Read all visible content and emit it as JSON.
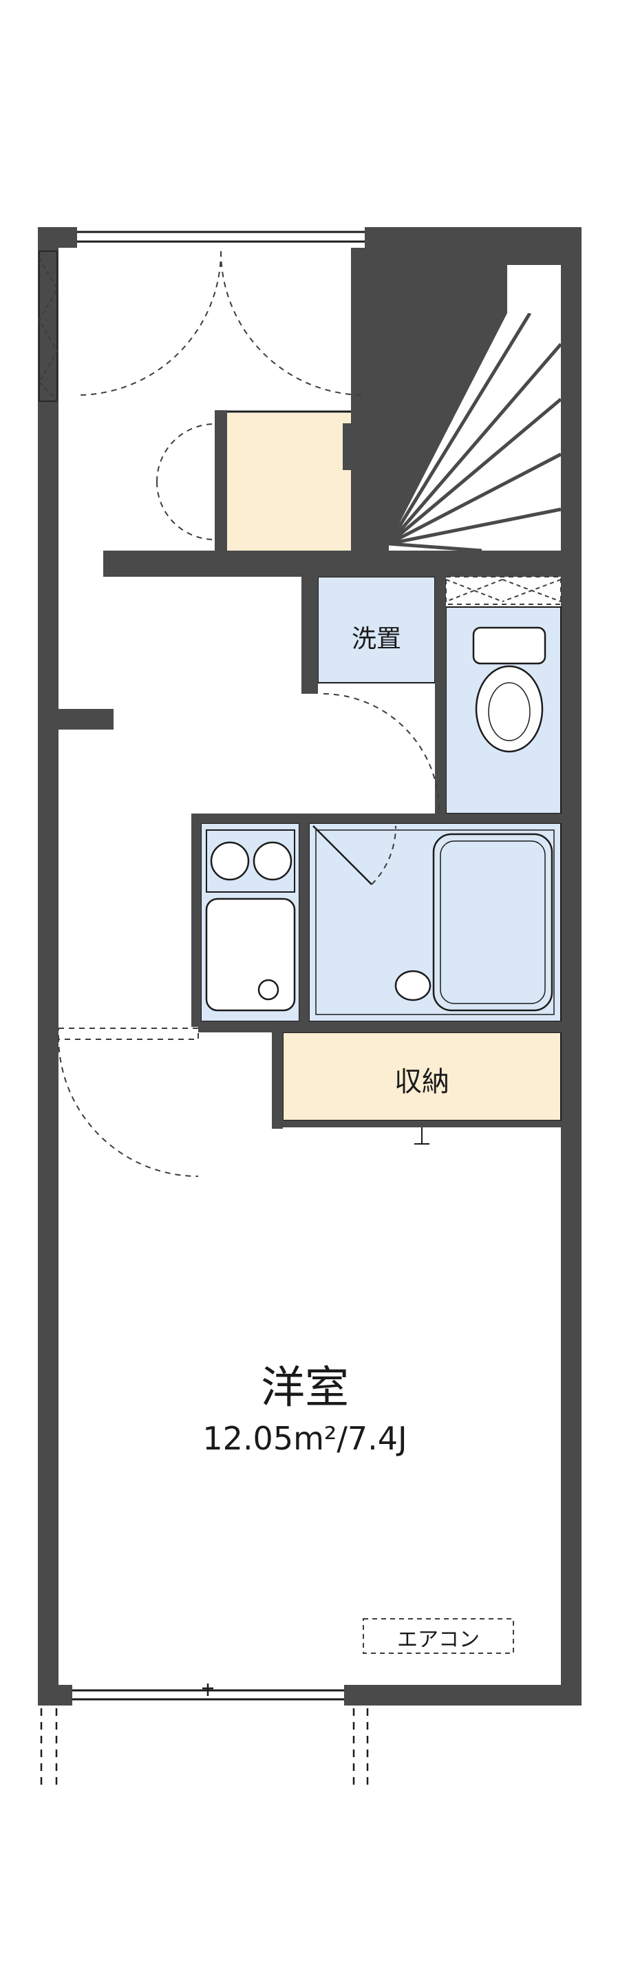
{
  "floorplan": {
    "rooms": {
      "laundry": {
        "label": "洗置"
      },
      "storage": {
        "label": "収納"
      },
      "main_room": {
        "label": "洋室",
        "area": "12.05m²/7.4J"
      },
      "aircon": {
        "label": "エアコン"
      }
    },
    "colors": {
      "wall": "#4a4a4a",
      "line": "#1c1c1c",
      "water_area": "#d9e7f6",
      "storage_area": "#fbeed2",
      "background": "#ffffff",
      "dash": "#3c3c3c"
    }
  }
}
